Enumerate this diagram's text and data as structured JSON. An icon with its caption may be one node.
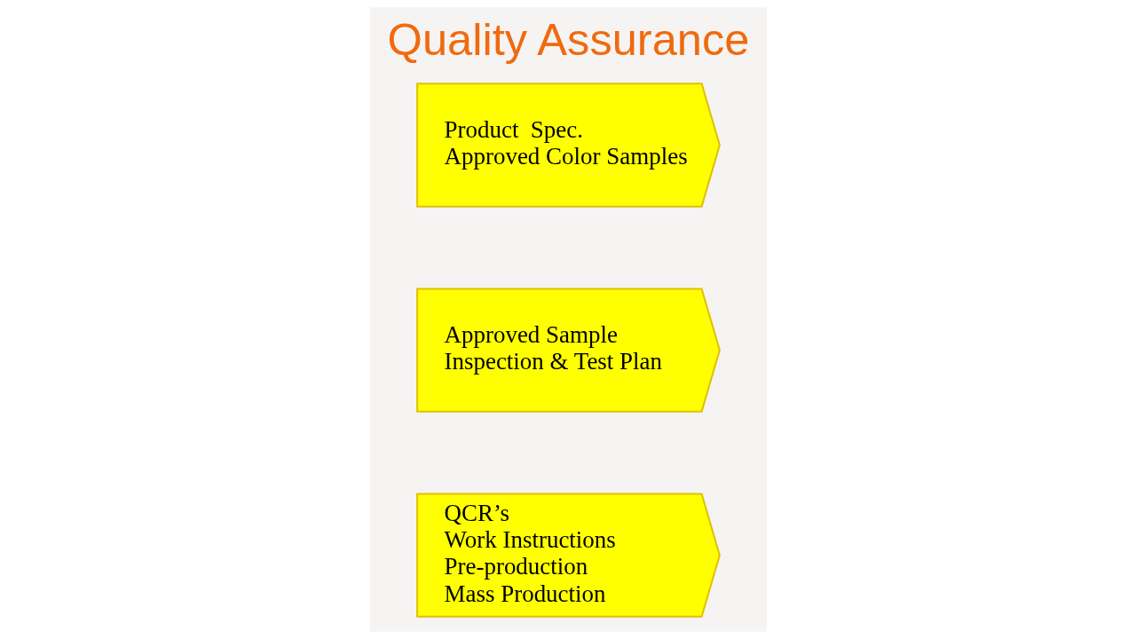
{
  "diagram": {
    "title": "Quality Assurance",
    "nodes": [
      {
        "text": [
          "Product  Spec.",
          "Approved Color Samples"
        ]
      },
      {
        "text": [
          "Approved Sample",
          "Inspection & Test Plan"
        ]
      },
      {
        "text": [
          "QCR’s",
          "Work Instructions",
          "Pre-production",
          "Mass Production"
        ]
      }
    ],
    "edges": []
  }
}
